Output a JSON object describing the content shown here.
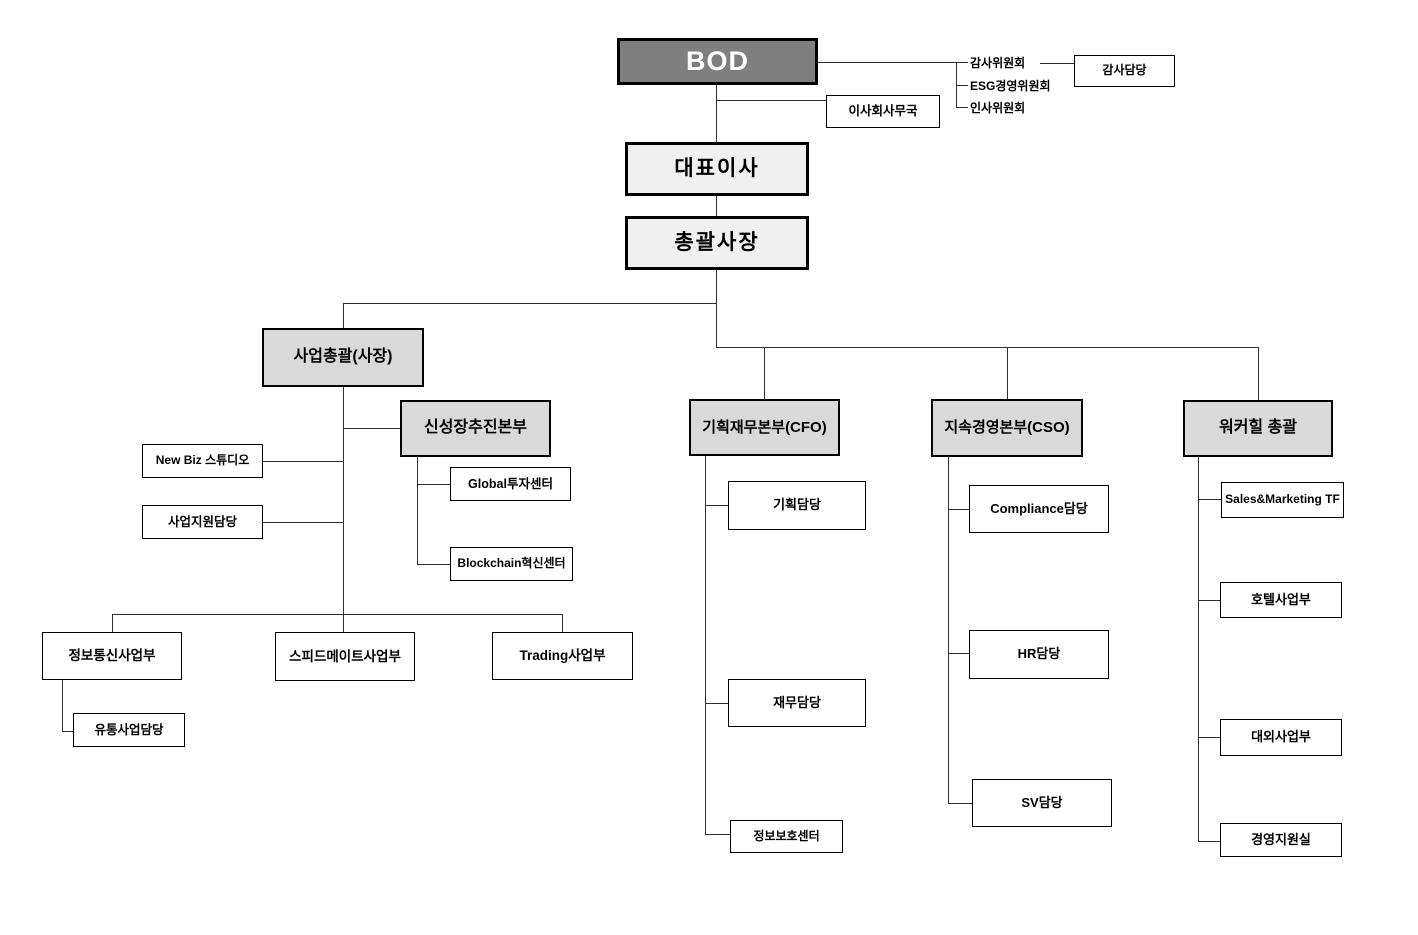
{
  "org": {
    "bod": {
      "label": "BOD"
    },
    "bod_committees": [
      {
        "label": "감사위원회"
      },
      {
        "label": "ESG경영위원회"
      },
      {
        "label": "인사위원회"
      }
    ],
    "audit_staff": {
      "label": "감사담당"
    },
    "board_office": {
      "label": "이사회사무국"
    },
    "ceo": {
      "label": "대표이사"
    },
    "president": {
      "label": "총괄사장"
    },
    "business_group": {
      "head": {
        "label": "사업총괄(사장)"
      },
      "staff": [
        {
          "label": "New Biz 스튜디오"
        },
        {
          "label": "사업지원담당"
        }
      ],
      "new_growth": {
        "head": {
          "label": "신성장추진본부"
        },
        "children": [
          {
            "label": "Global투자센터"
          },
          {
            "label": "Blockchain혁신센터"
          }
        ]
      },
      "divisions": [
        {
          "label": "정보통신사업부"
        },
        {
          "label": "스피드메이트사업부"
        },
        {
          "label": "Trading사업부"
        }
      ],
      "ict_sub": {
        "label": "유통사업담당"
      }
    },
    "cfo_group": {
      "head": {
        "label": "기획재무본부(CFO)"
      },
      "children": [
        {
          "label": "기획담당"
        },
        {
          "label": "재무담당"
        },
        {
          "label": "정보보호센터"
        }
      ]
    },
    "cso_group": {
      "head": {
        "label": "지속경영본부(CSO)"
      },
      "children": [
        {
          "label": "Compliance담당"
        },
        {
          "label": "HR담당"
        },
        {
          "label": "SV담당"
        }
      ]
    },
    "walkerhill_group": {
      "head": {
        "label": "워커힐 총괄"
      },
      "children": [
        {
          "label": "Sales&Marketing TF"
        },
        {
          "label": "호텔사업부"
        },
        {
          "label": "대외사업부"
        },
        {
          "label": "경영지원실"
        }
      ]
    }
  },
  "colors": {
    "bod_fill": "#7f7f7f",
    "bod_text": "#ffffff",
    "exec_fill": "#f0f0f0",
    "div_fill": "#d9d9d9",
    "box_fill": "#ffffff",
    "border": "#000000",
    "line": "#303030",
    "bg": "#ffffff",
    "text": "#000000"
  }
}
